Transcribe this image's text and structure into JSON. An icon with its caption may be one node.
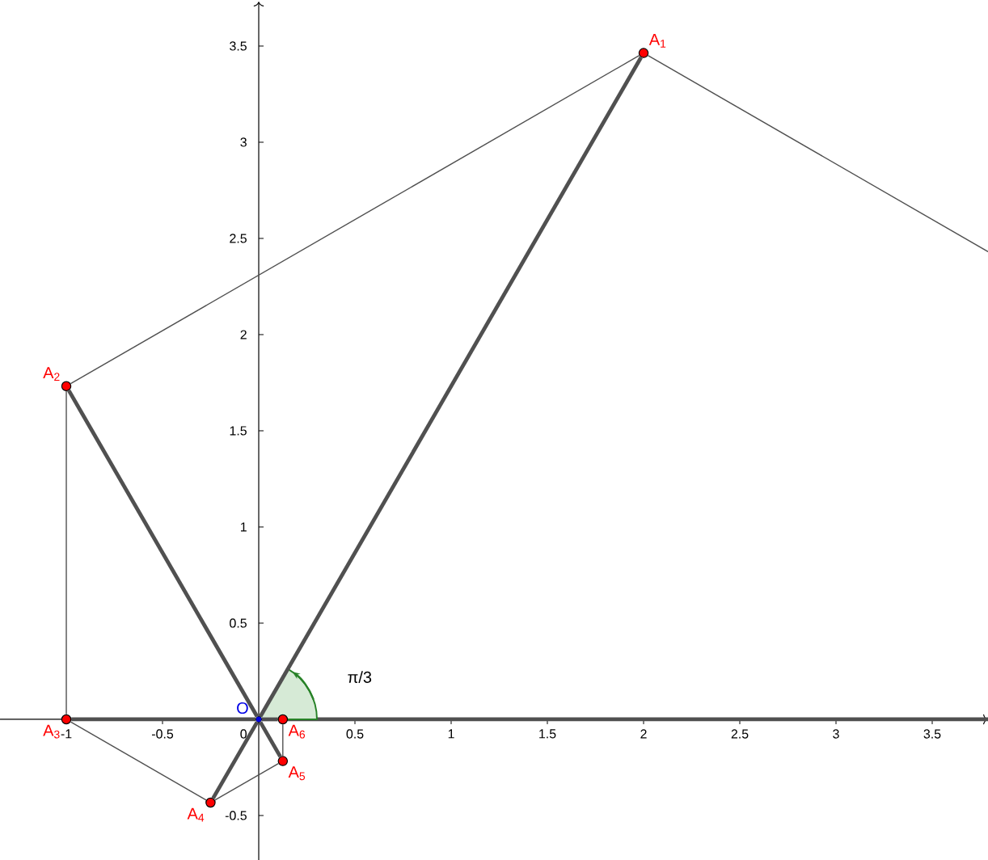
{
  "diagram": {
    "nodes": [
      {
        "text": [
          "A$_{1}$"
        ]
      },
      {
        "text": [
          "A$_{2}$"
        ]
      },
      {
        "text": [
          "A$_{3}$"
        ]
      },
      {
        "text": [
          "A$_{4}$"
        ]
      },
      {
        "text": [
          "A$_{5}$"
        ]
      },
      {
        "text": [
          "A$_{6}$"
        ]
      },
      {
        "text": [
          "O"
        ]
      }
    ],
    "edges": [
      {
        "from": 6,
        "to": 0,
        "arrow": "none",
        "style": "thick"
      },
      {
        "from": 6,
        "to": 1,
        "arrow": "none",
        "style": "thick"
      },
      {
        "from": 6,
        "to": 2,
        "arrow": "none",
        "style": "thick"
      },
      {
        "from": 6,
        "to": 3,
        "arrow": "none",
        "style": "thick"
      },
      {
        "from": 6,
        "to": 4,
        "arrow": "none",
        "style": "thick"
      },
      {
        "from": 6,
        "to": 5,
        "arrow": "none",
        "style": "thick"
      },
      {
        "from": 0,
        "to": 1,
        "arrow": "none"
      },
      {
        "from": 1,
        "to": 2,
        "arrow": "none"
      },
      {
        "from": 2,
        "to": 3,
        "arrow": "none"
      },
      {
        "from": 3,
        "to": 4,
        "arrow": "none"
      },
      {
        "from": 4,
        "to": 5,
        "arrow": "none"
      },
      {
        "from": 0,
        "to": null,
        "arrow": "none"
      }
    ],
    "labels": [
      "3.5",
      "3",
      "2.5",
      "2",
      "1.5",
      "1",
      "0.5",
      "π/3",
      "-1",
      "-0.5",
      "0",
      "0.5",
      "1",
      "1.5",
      "2",
      "2.5",
      "3",
      "3.5",
      "-0.5"
    ]
  }
}
